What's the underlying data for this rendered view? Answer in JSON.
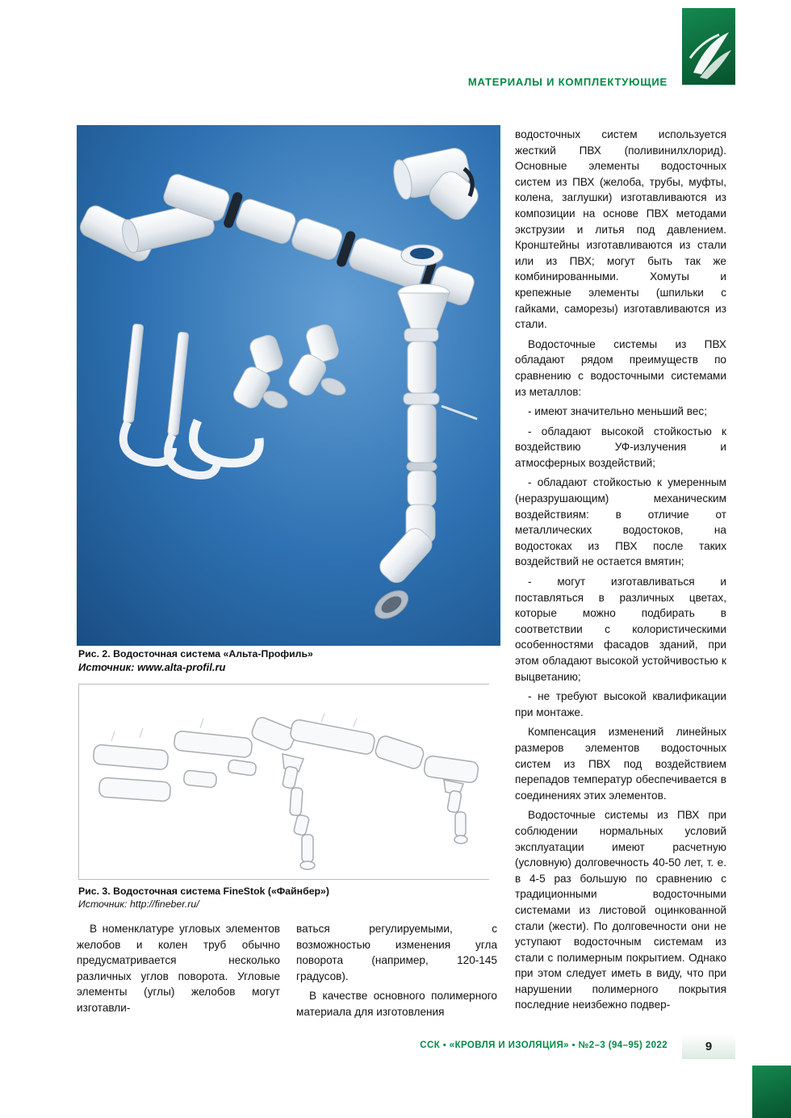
{
  "header": {
    "section_title": "МАТЕРИАЛЫ И КОМПЛЕКТУЮЩИЕ"
  },
  "logo": {
    "icon": "publisher-leaf-logo",
    "color": "#0c6b3c"
  },
  "figure2": {
    "caption": "Рис. 2. Водосточная система «Альта-Профиль»",
    "source": "Источник: www.alta-profil.ru",
    "background_color": "#2e71b2",
    "content": "3D-рендер элементов водосточной системы из белого ПВХ"
  },
  "figure3": {
    "caption": "Рис. 3. Водосточная система FineStok («Файнбер»)",
    "source": "Источник: http://fineber.ru/",
    "content": "схема водосточной системы (контурный рисунок)"
  },
  "left_column": {
    "paragraphs": [
      "В номенклатуре угловых элементов желобов и колен труб обычно предусматривается несколько различных углов поворота. Угловые элементы (углы) желобов могут изготавли-"
    ]
  },
  "middle_column": {
    "paragraphs": [
      "ваться регулируемыми, с возможностью изменения угла поворота (например, 120-145 градусов).",
      "В качестве основного полимерного материала для изготовления"
    ]
  },
  "right_column": {
    "paragraphs": [
      "водосточных систем используется жесткий ПВХ (поливинилхлорид). Основные элементы водосточных систем из ПВХ (желоба, трубы, муфты, колена, заглушки) изготавливаются из композиции на основе ПВХ методами экструзии и литья под давлением. Кронштейны изготавливаются из стали или из ПВХ; могут быть так же комбинированными. Хомуты и крепежные элементы (шпильки с гайками, саморезы) изготавливаются из стали.",
      "Водосточные системы из ПВХ обладают рядом преимуществ по сравнению с водосточными системами из металлов:",
      "- имеют значительно меньший вес;",
      "- обладают высокой стойкостью к воздействию УФ-излучения и атмосферных воздействий;",
      "- обладают стойкостью к умеренным (неразрушающим) механическим воздействиям: в отличие от металлических водостоков, на водостоках из ПВХ после таких воздействий не остается вмятин;",
      "- могут изготавливаться и поставляться в различных цветах, которые можно подбирать в соответствии с колористическими особенностями фасадов зданий, при этом обладают высокой устойчивостью к выцветанию;",
      "- не требуют высокой квалификации при монтаже.",
      "Компенсация изменений линейных размеров элементов водосточных систем из ПВХ под воздействием перепадов температур обеспечивается в соединениях этих элементов.",
      "Водосточные системы из ПВХ при соблюдении нормальных условий эксплуатации имеют расчетную (условную) долговечность 40-50 лет, т. е. в 4-5 раз большую по сравнению с традиционными водосточными системами из листовой оцинкованной стали (жести). По долговечности они не уступают водосточным системам из стали с полимерным покрытием. Однако при этом следует иметь в виду, что при нарушении полимерного покрытия последние неизбежно подвер-"
    ]
  },
  "footer": {
    "journal_line": "ССК ▪ «КРОВЛЯ И ИЗОЛЯЦИЯ» ▪ №2–3 (94–95) 2022",
    "page_number": "9"
  },
  "colors": {
    "accent_green": "#008a46",
    "figure_blue": "#2e71b2"
  }
}
